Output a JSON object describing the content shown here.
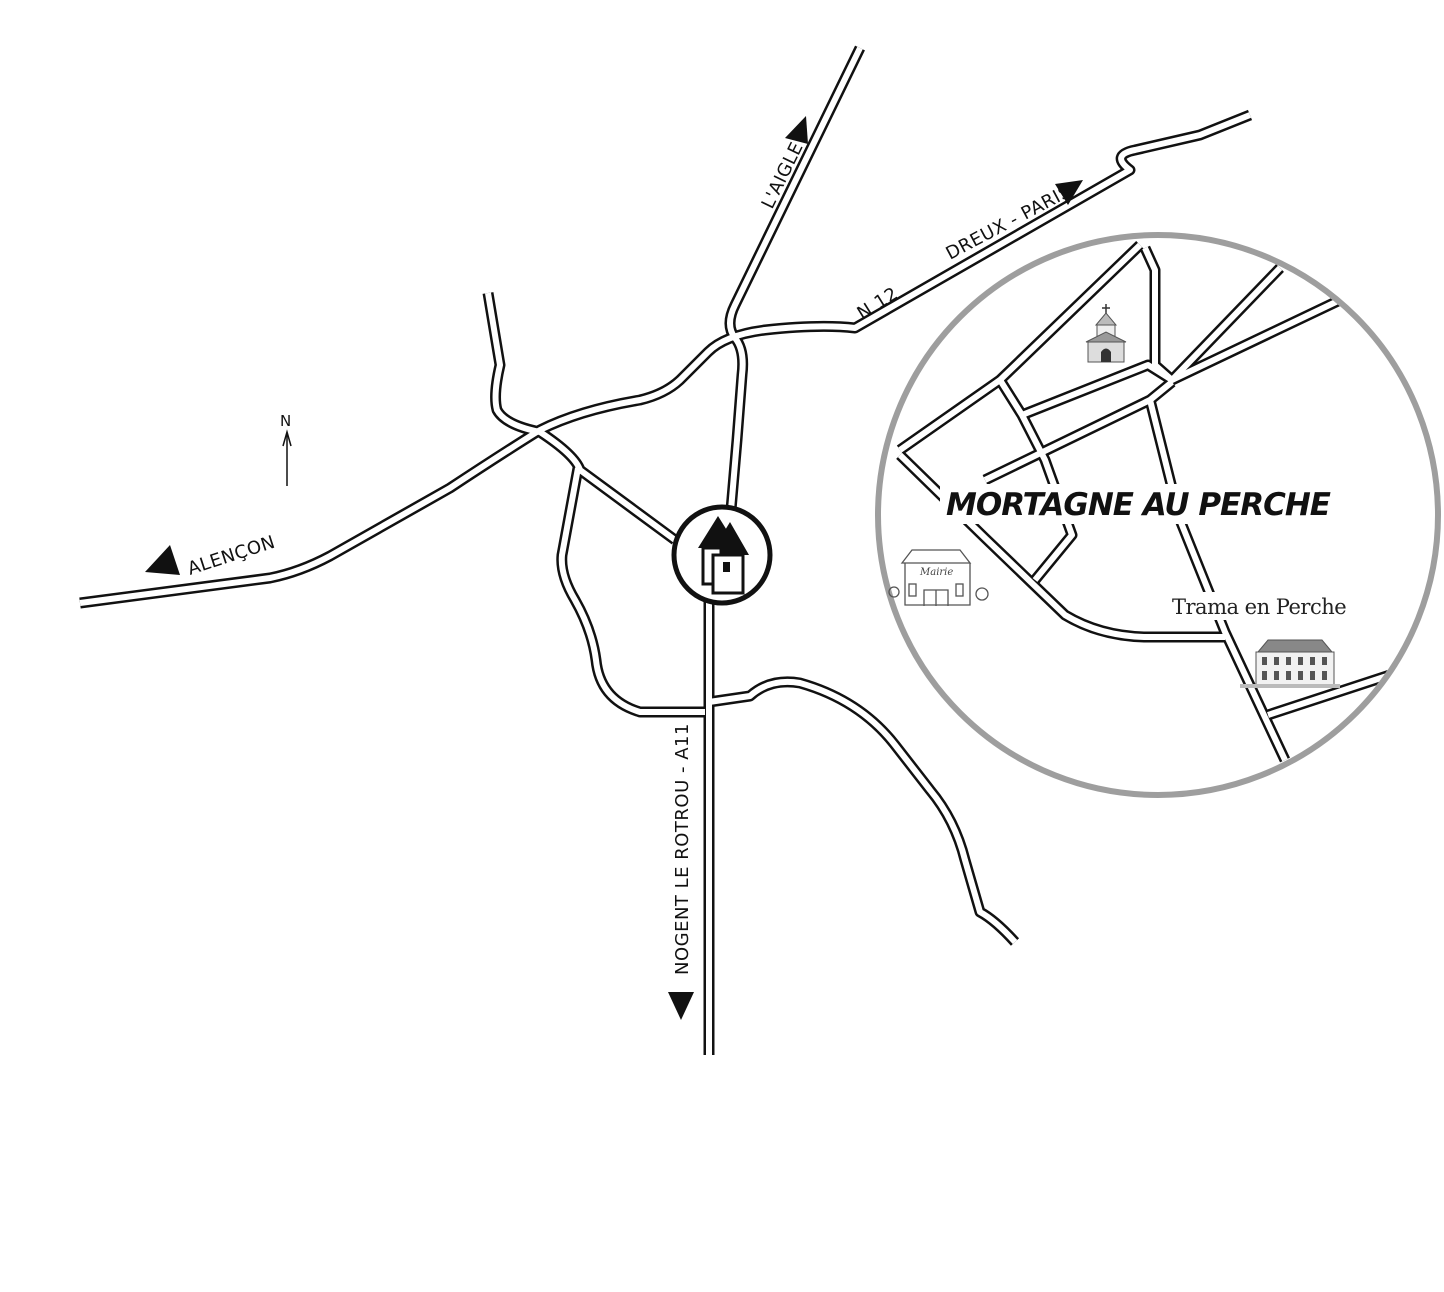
{
  "map": {
    "labels": {
      "alencon": "ALENÇON",
      "laigle": "L'AIGLE",
      "dreux_paris": "DREUX - PARIS",
      "n12": "N 12",
      "nogent": "NOGENT LE ROTROU - A11",
      "north": "N"
    },
    "inset": {
      "town": "MORTAGNE AU PERCHE",
      "trama": "Trama en Perche",
      "mairie": "Mairie"
    },
    "icons": [
      "arrow-alencon-icon",
      "arrow-laigle-icon",
      "arrow-dreux-icon",
      "arrow-nogent-icon",
      "north-arrow-icon",
      "house-marker-icon",
      "church-icon",
      "mairie-icon",
      "trama-building-icon"
    ],
    "colors": {
      "roads": "#111111",
      "inset_ring": "#9e9e9e",
      "background": "#ffffff"
    }
  }
}
